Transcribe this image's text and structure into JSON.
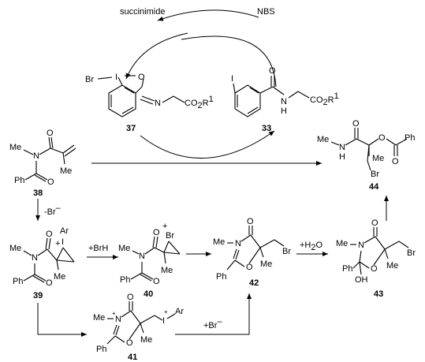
{
  "cycle": {
    "top_left": "succinimide",
    "top_right": "NBS"
  },
  "labels": {
    "c37": "37",
    "c33": "33",
    "c38": "38",
    "c39": "39",
    "c40": "40",
    "c41": "41",
    "c42": "42",
    "c43": "43",
    "c44": "44"
  },
  "atoms": {
    "br": "Br",
    "i": "I",
    "o": "O",
    "n": "N",
    "me": "Me",
    "ph": "Ph",
    "ar": "Ar",
    "h": "H",
    "oh": "OH",
    "plus": "+",
    "minus": "–",
    "co2r": "CO",
    "sub2": "2",
    "r": "R",
    "sup1": "1"
  },
  "reagents": {
    "minus_br": "-Br",
    "minus_br_sup": "–",
    "plus_brh": "+BrH",
    "plus_h2o": "+H",
    "h2o_sub": "2",
    "h2o_o": "O",
    "plus_br": "+Br"
  }
}
